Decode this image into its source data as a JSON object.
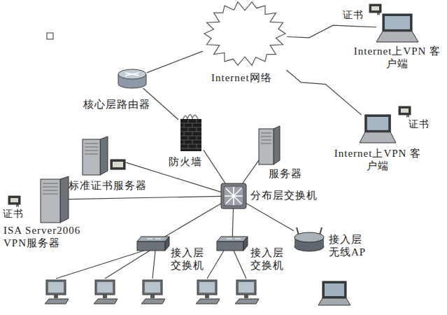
{
  "diagram": {
    "nodes": [
      {
        "text": [
          "Internet网络"
        ]
      },
      {
        "text": [
          "Internet上VPN 客户端"
        ]
      },
      {
        "text": [
          "核心层路由器"
        ]
      },
      {
        "text": [
          "Internet上VPN 客户端"
        ]
      },
      {
        "text": [
          "防火墙"
        ]
      },
      {
        "text": [
          "服务器"
        ]
      },
      {
        "text": [
          "标准证书服务器"
        ]
      },
      {
        "text": [
          "分布层交换机"
        ]
      },
      {
        "text": [
          "ISA Server2006 VPN服务器"
        ]
      },
      {
        "text": [
          "接入层 交换机"
        ]
      },
      {
        "text": [
          "接入层 交换机"
        ]
      },
      {
        "text": [
          "接入层 无线AP"
        ]
      }
    ],
    "edges": [
      {
        "from": 0,
        "to": 2,
        "arrow": "none"
      },
      {
        "from": 0,
        "to": 1,
        "arrow": "none"
      },
      {
        "from": 0,
        "to": 3,
        "arrow": "none"
      },
      {
        "from": 2,
        "to": 4,
        "arrow": "none"
      },
      {
        "from": 4,
        "to": 7,
        "arrow": "none"
      },
      {
        "from": 5,
        "to": 7,
        "arrow": "none"
      },
      {
        "from": 6,
        "to": 7,
        "arrow": "none"
      },
      {
        "from": 8,
        "to": 7,
        "arrow": "none"
      },
      {
        "from": 7,
        "to": 9,
        "arrow": "none"
      },
      {
        "from": 7,
        "to": 10,
        "arrow": "none"
      },
      {
        "from": 7,
        "to": 11,
        "arrow": "none"
      }
    ],
    "labels": [
      "证书",
      "证书",
      "证书"
    ]
  }
}
